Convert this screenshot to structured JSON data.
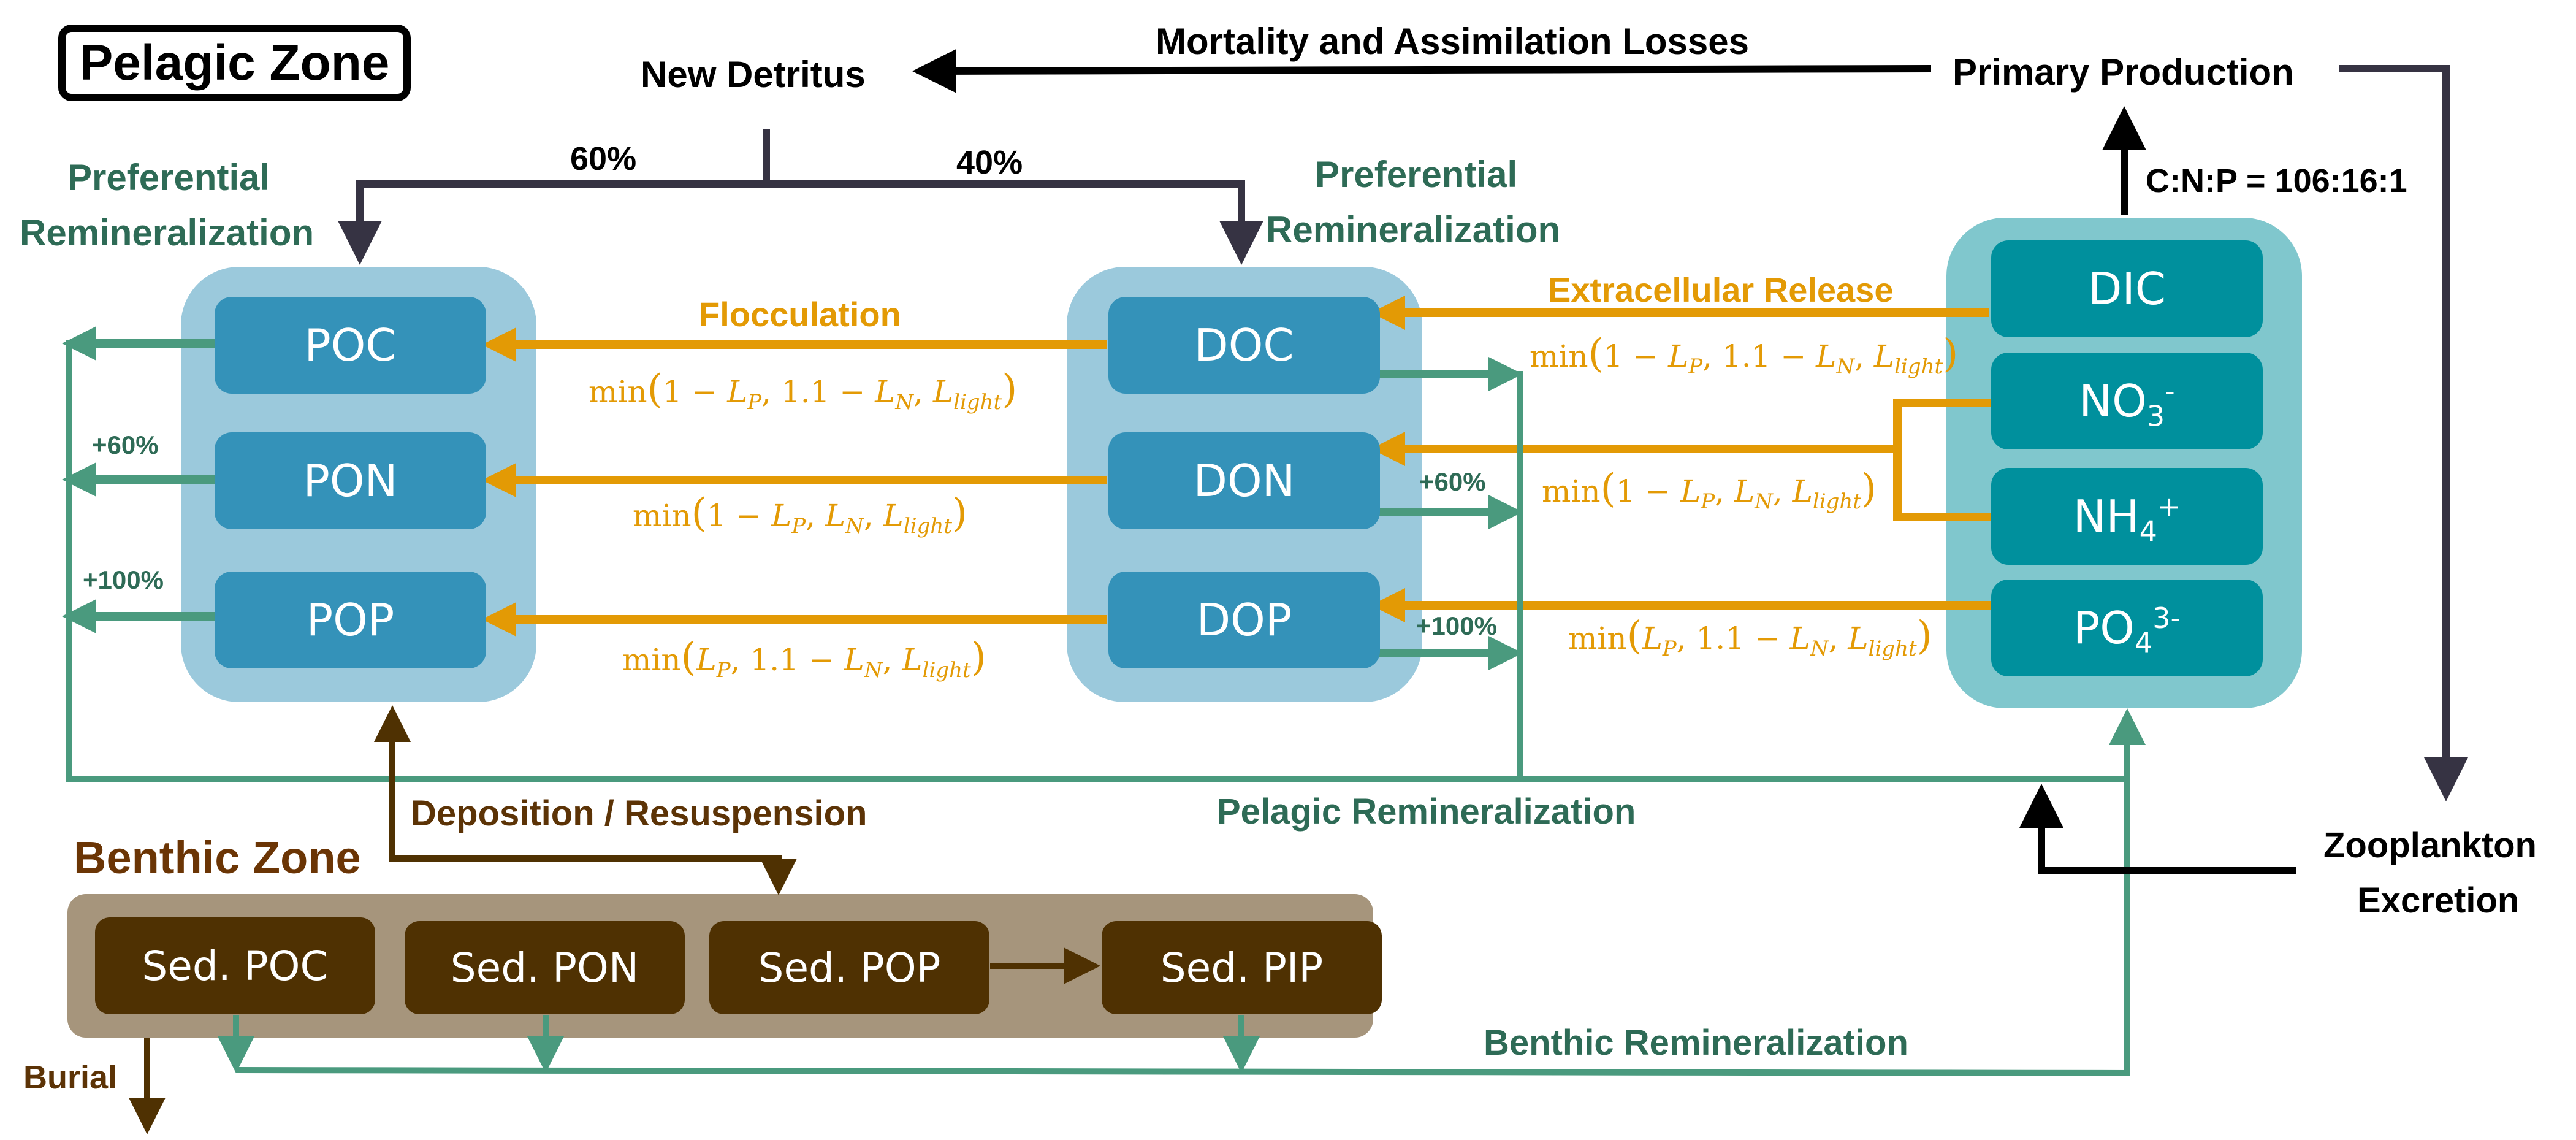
{
  "title": "Pelagic Zone",
  "benthic_title": "Benthic Zone",
  "flows": {
    "new_detritus": "New Detritus",
    "mortality": "Mortality and Assimilation Losses",
    "primary_production": "Primary Production",
    "cnp_ratio": "C:N:P = 106:16:1",
    "split_left": "60%",
    "split_right": "40%",
    "pref_remin_left_1": "Preferential",
    "pref_remin_left_2": "Remineralization",
    "pref_remin_mid_1": "Preferential",
    "pref_remin_mid_2": "Remineralization",
    "flocculation": "Flocculation",
    "extracellular_release": "Extracellular Release",
    "plus60_left": "+60%",
    "plus100_left": "+100%",
    "plus60_mid": "+60%",
    "plus100_mid": "+100%",
    "pelagic_remin": "Pelagic Remineralization",
    "deposition": "Deposition / Resuspension",
    "zooplankton_1": "Zooplankton",
    "zooplankton_2": "Excretion",
    "benthic_remin": "Benthic Remineralization",
    "burial": "Burial"
  },
  "particulate_pool": [
    "POC",
    "PON",
    "POP"
  ],
  "dissolved_pool": [
    "DOC",
    "DON",
    "DOP"
  ],
  "inorganic_pool": {
    "dic": "DIC",
    "no3": {
      "base": "NO",
      "sub": "3",
      "sup": "-"
    },
    "nh4": {
      "base": "NH",
      "sub": "4",
      "sup": "+"
    },
    "po4": {
      "base": "PO",
      "sub": "4",
      "sup": "3-"
    }
  },
  "sediment_pool": [
    "Sed. POC",
    "Sed. PON",
    "Sed. POP",
    "Sed. PIP"
  ],
  "formulas": {
    "floc_c": "min(1 − L_P, 1.1 − L_N, L_light)",
    "floc_n": "min(1 − L_P, L_N, L_light)",
    "floc_p": "min(L_P, 1.1 − L_N, L_light)",
    "rel_c": "min(1 − L_P, 1.1 − L_N, L_light)",
    "rel_n": "min(1 − L_P, L_N, L_light)",
    "rel_p": "min(L_P, 1.1 − L_N, L_light)"
  },
  "colors": {
    "dark_arrow": "#363343",
    "orange": "#e39a05",
    "green": "#4a9a7e",
    "green_text": "#2e6b56",
    "brown": "#4f3102",
    "particulate_bg": "#9bc9dc",
    "dissolved_bg": "#9bc9dc",
    "inorganic_bg": "#80c7cd",
    "sediment_bg": "#a6957c"
  }
}
